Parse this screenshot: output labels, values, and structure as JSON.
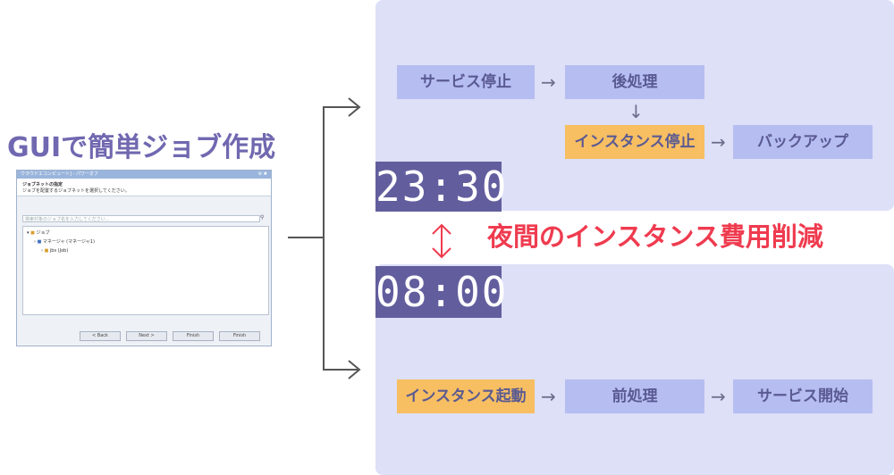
{
  "left": {
    "title": "GUIで簡単ジョブ作成",
    "window": {
      "title": "ウラウドエコンピュート] - パワーオフ",
      "controls": "⚙ ✖",
      "heading": "ジョブネットの指定",
      "subheading": "ジョブを配置するジョブネットを選択してください。",
      "search_placeholder": "検索対象のジョブ名を入力してください...",
      "search_icon": "search-icon",
      "tree": [
        "ジョブ",
        "マネージャ (マネージャ1)",
        "jbs (Job)"
      ],
      "buttons": [
        "< Back",
        "Next >",
        "Finish",
        "Finish"
      ]
    }
  },
  "top_flow": {
    "steps": [
      "サービス停止",
      "後処理",
      "インスタンス停止",
      "バックアップ"
    ],
    "arrow_right": "→",
    "arrow_down": "↓"
  },
  "clock_stop": "23:30",
  "headline": "夜間のインスタンス費用削減",
  "clock_start": "08:00",
  "bottom_flow": {
    "steps": [
      "インスタンス起動",
      "前処理",
      "サービス開始"
    ],
    "arrow_right": "→"
  },
  "colors": {
    "panel": "#dde0f7",
    "step": "#b6bdf1",
    "highlight": "#f7be62",
    "clock": "#625e9e",
    "headline": "#ef3b4f",
    "title": "#7068b0"
  }
}
